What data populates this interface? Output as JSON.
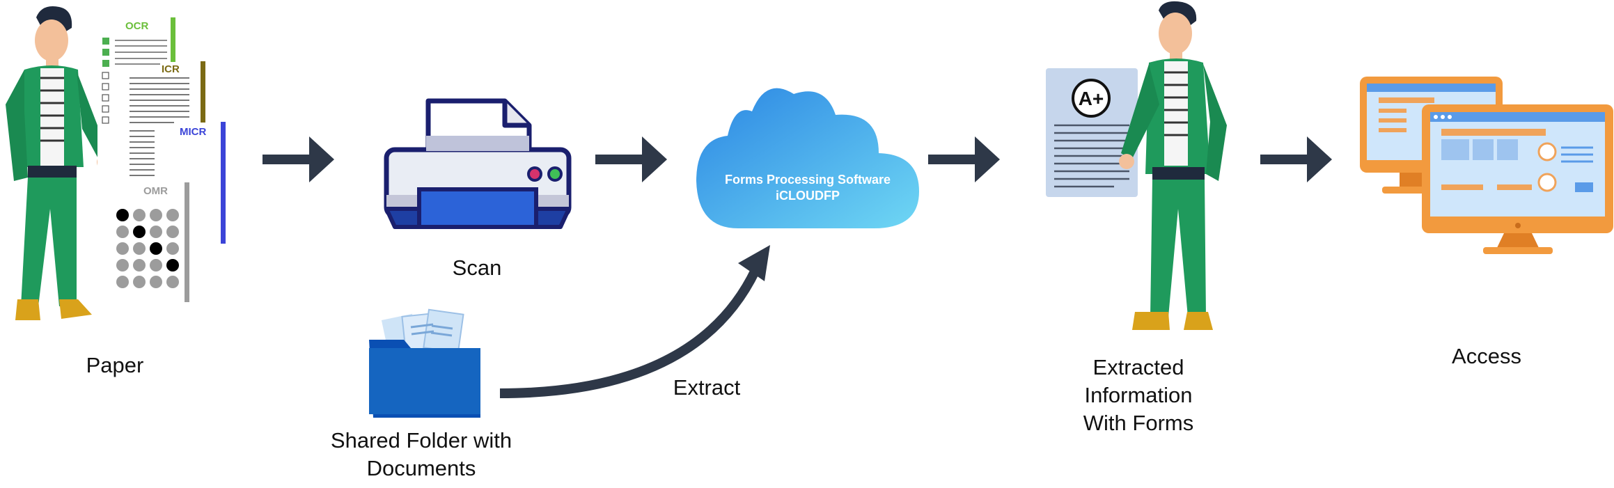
{
  "diagram": {
    "steps": {
      "paper": "Paper",
      "scan": "Scan",
      "shared_folder_line1": "Shared Folder with",
      "shared_folder_line2": "Documents",
      "extract": "Extract",
      "extracted_line1": "Extracted",
      "extracted_line2": "Information",
      "extracted_line3": "With Forms",
      "access": "Access"
    },
    "paper_tags": {
      "ocr": "OCR",
      "icr": "ICR",
      "micr": "MICR",
      "omr": "OMR"
    },
    "cloud": {
      "line1": "Forms Processing Software",
      "line2": "iCLOUDFP"
    },
    "grade": "A+",
    "omr_marks": [
      [
        1,
        0,
        0,
        0
      ],
      [
        0,
        1,
        0,
        0
      ],
      [
        0,
        0,
        1,
        0
      ],
      [
        0,
        0,
        0,
        1
      ],
      [
        0,
        0,
        0,
        0
      ]
    ],
    "colors": {
      "arrow": "#2e3848",
      "suit": "#1f9a5c",
      "ocr": "#6bbf3b",
      "icr": "#7b6a14",
      "micr": "#3b44d8",
      "omr": "#9c9c9c",
      "cloud_start": "#2b86e3",
      "cloud_end": "#6fd7f4",
      "folder": "#0a4fb3",
      "monitor": "#f29a3e",
      "screen": "#cfe6fb"
    }
  }
}
